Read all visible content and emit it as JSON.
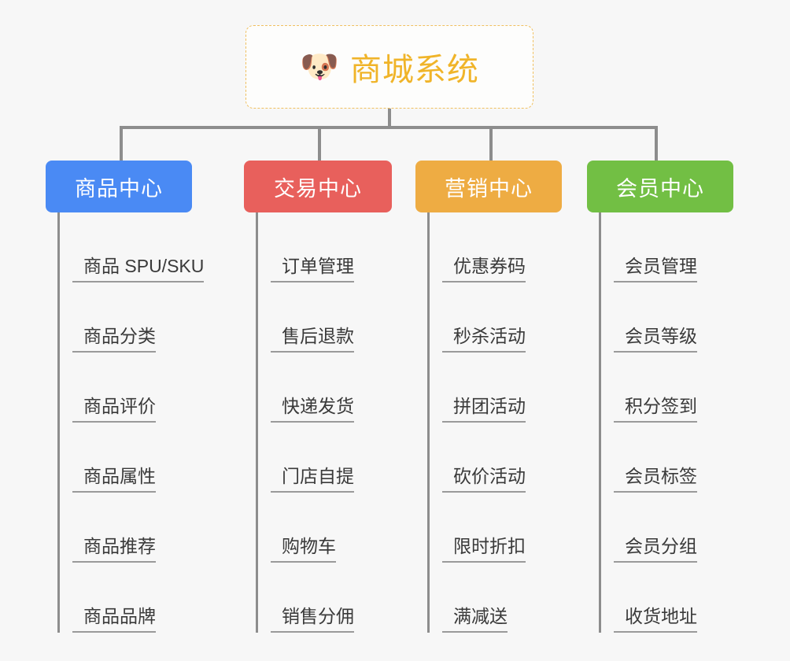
{
  "root": {
    "icon": "dog-face-emoji",
    "icon_glyph": "🐶",
    "title": "商城系统",
    "accent_color": "#f0b429",
    "border_color": "#f0c060"
  },
  "colors": {
    "background": "#f7f7f7",
    "connector": "#8d8d8d",
    "leaf_text": "#3a3a3a",
    "leaf_underline": "#9a9a9a"
  },
  "columns": [
    {
      "label": "商品中心",
      "color": "#4a8af4",
      "items": [
        "商品 SPU/SKU",
        "商品分类",
        "商品评价",
        "商品属性",
        "商品推荐",
        "商品品牌"
      ]
    },
    {
      "label": "交易中心",
      "color": "#e8605c",
      "items": [
        "订单管理",
        "售后退款",
        "快递发货",
        "门店自提",
        "购物车",
        "销售分佣"
      ]
    },
    {
      "label": "营销中心",
      "color": "#eeac43",
      "items": [
        "优惠券码",
        "秒杀活动",
        "拼团活动",
        "砍价活动",
        "限时折扣",
        "满减送"
      ]
    },
    {
      "label": "会员中心",
      "color": "#72bf44",
      "items": [
        "会员管理",
        "会员等级",
        "积分签到",
        "会员标签",
        "会员分组",
        "收货地址"
      ]
    }
  ]
}
